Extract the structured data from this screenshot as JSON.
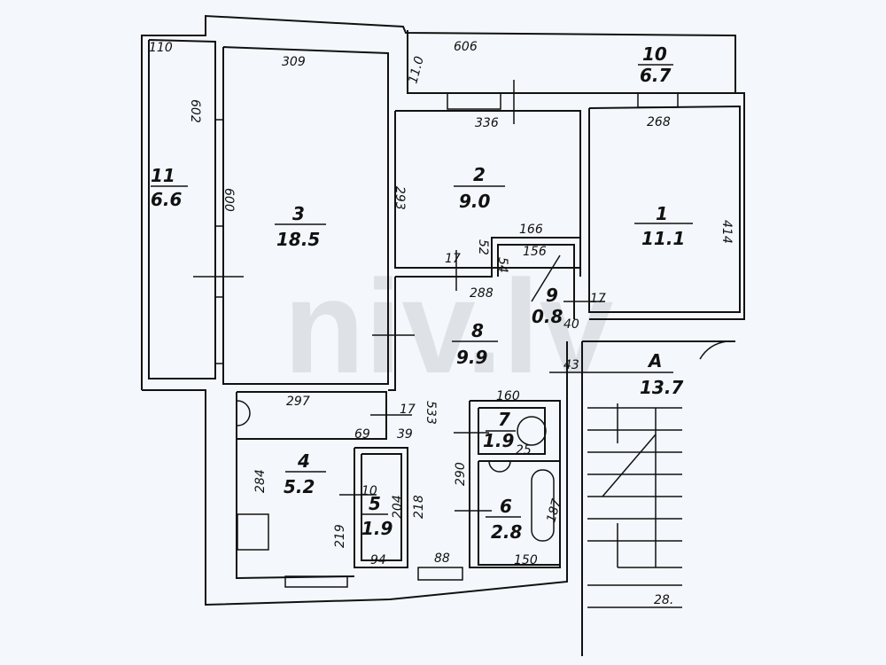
{
  "watermark": "niv.lv",
  "rooms": [
    {
      "number": "1",
      "area": "11.1"
    },
    {
      "number": "2",
      "area": "9.0"
    },
    {
      "number": "3",
      "area": "18.5"
    },
    {
      "number": "4",
      "area": "5.2"
    },
    {
      "number": "5",
      "area": "1.9"
    },
    {
      "number": "6",
      "area": "2.8"
    },
    {
      "number": "7",
      "area": "1.9"
    },
    {
      "number": "8",
      "area": "9.9"
    },
    {
      "number": "9",
      "area": "0.8"
    },
    {
      "number": "10",
      "area": "6.7"
    },
    {
      "number": "11",
      "area": "6.6"
    },
    {
      "number": "A",
      "area": "13.7"
    }
  ],
  "dimensions": [
    "110",
    "309",
    "606",
    "11.0",
    "336",
    "268",
    "602",
    "600",
    "293",
    "414",
    "166",
    "156",
    "52",
    "54",
    "17",
    "288",
    "17",
    "40",
    "43",
    "297",
    "17",
    "69",
    "39",
    "533",
    "160",
    "25",
    "290",
    "284",
    "10",
    "204",
    "218",
    "219",
    "187",
    "94",
    "88",
    "150",
    "28."
  ]
}
